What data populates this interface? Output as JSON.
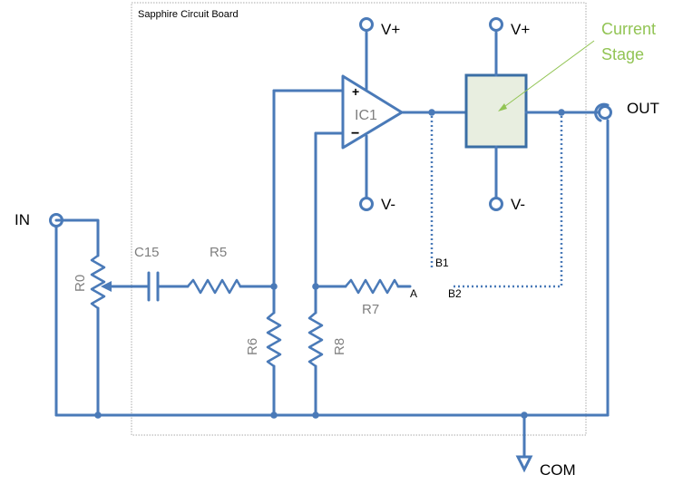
{
  "board": {
    "title": "Sapphire Circuit Board"
  },
  "terminals": {
    "input": "IN",
    "output": "OUT",
    "common": "COM",
    "vplus_opamp": "V+",
    "vminus_opamp": "V-",
    "vplus_stage": "V+",
    "vminus_stage": "V-"
  },
  "opamp": {
    "label": "IC1",
    "plus": "+",
    "minus": "−"
  },
  "current_stage": {
    "line1": "Current",
    "line2": "Stage"
  },
  "components": {
    "r0": "R0",
    "c15": "C15",
    "r5": "R5",
    "r6": "R6",
    "r7": "R7",
    "r8": "R8"
  },
  "test_points": {
    "a": "A",
    "b1": "B1",
    "b2": "B2"
  },
  "colors": {
    "wire": "#4a7ab8",
    "stage_fill": "#e8eee0",
    "stage_border": "#3a6ea5",
    "annotation": "#92c454",
    "board_border": "#a9a9a9"
  }
}
